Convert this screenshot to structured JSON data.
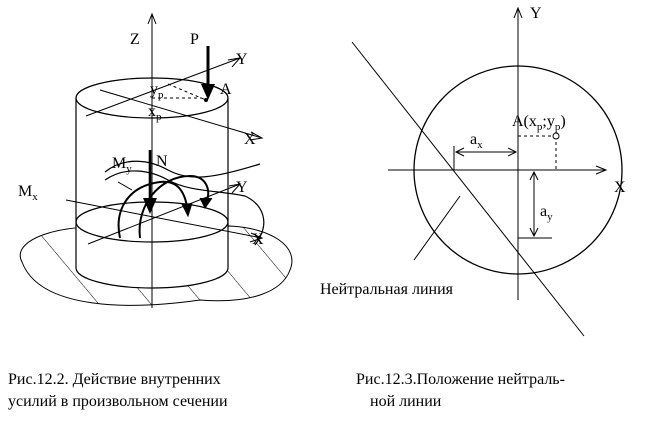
{
  "figure1": {
    "caption_line1": "Рис.12.2. Действие внутренних",
    "caption_line2": "усилий в произвольном сечении",
    "labels": {
      "z": "Z",
      "p": "P",
      "y_top": "Y",
      "a": "A",
      "yp_main": "y",
      "yp_sub": "p",
      "xp_main": "x",
      "xp_sub": "p",
      "x_top": "X",
      "my_main": "M",
      "my_sub": "y",
      "n": "N",
      "y_mid": "Y",
      "mx_main": "M",
      "mx_sub": "x",
      "x_mid": "X"
    }
  },
  "figure2": {
    "caption_line1": "Рис.12.3.Положение нейтраль-",
    "caption_line2": "ной линии",
    "labels": {
      "y": "Y",
      "x": "X",
      "point_a_pre": "A(x",
      "point_a_sub1": "p",
      "point_a_mid": ";y",
      "point_a_sub2": "p",
      "point_a_post": ")",
      "ax_main": "a",
      "ax_sub": "x",
      "ay_main": "a",
      "ay_sub": "y",
      "neutral_line": "Нейтральная линия"
    }
  }
}
